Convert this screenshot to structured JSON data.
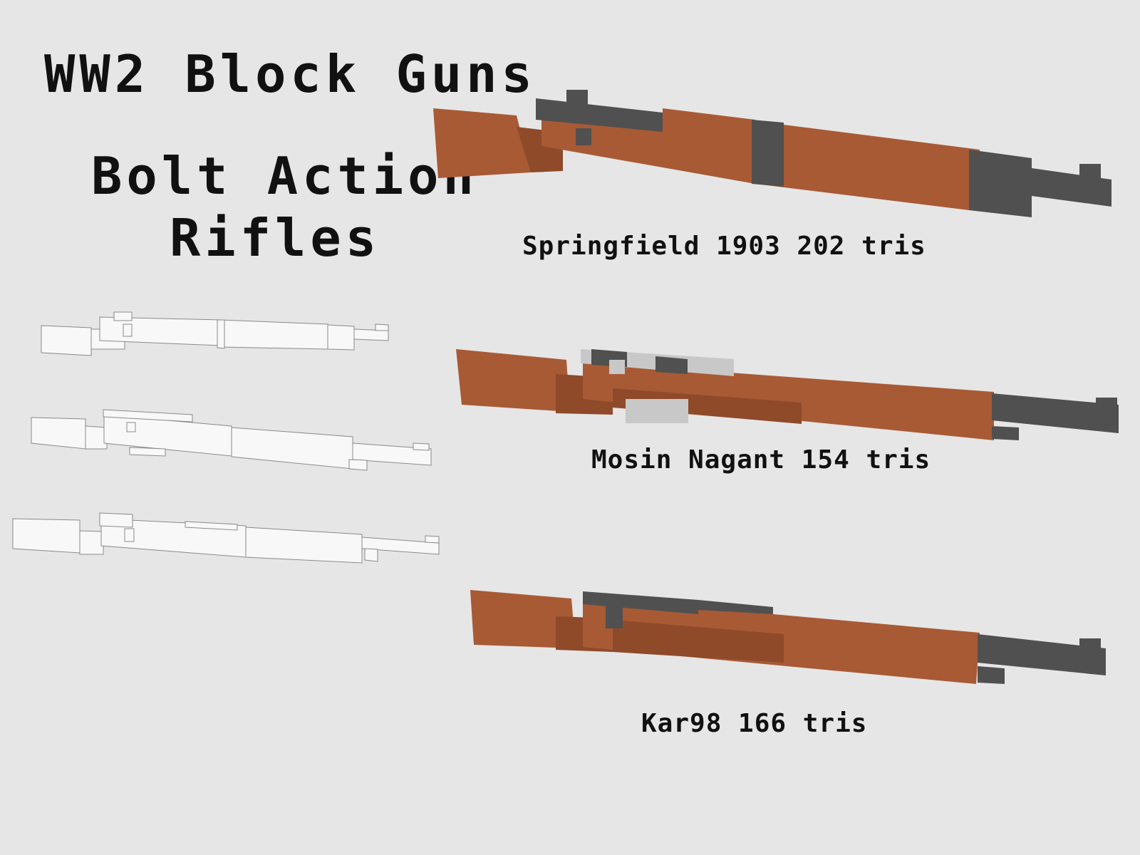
{
  "title": {
    "line1": "WW2 Block Guns",
    "line2": "Bolt Action",
    "line3": "Rifles"
  },
  "rifles": [
    {
      "name": "Springfield 1903",
      "label": "Springfield 1903 202 tris"
    },
    {
      "name": "Mosin Nagant",
      "label": "Mosin Nagant 154 tris"
    },
    {
      "name": "Kar98",
      "label": "Kar98 166 tris"
    }
  ],
  "colors": {
    "background": "#e6e6e6",
    "wood": "#a85a35",
    "wood_shade": "#8f4a2a",
    "metal": "#505050",
    "light_metal": "#c8c8c8",
    "wireframe_fill": "#f8f8f8",
    "wireframe_stroke": "#8a8a8a"
  }
}
